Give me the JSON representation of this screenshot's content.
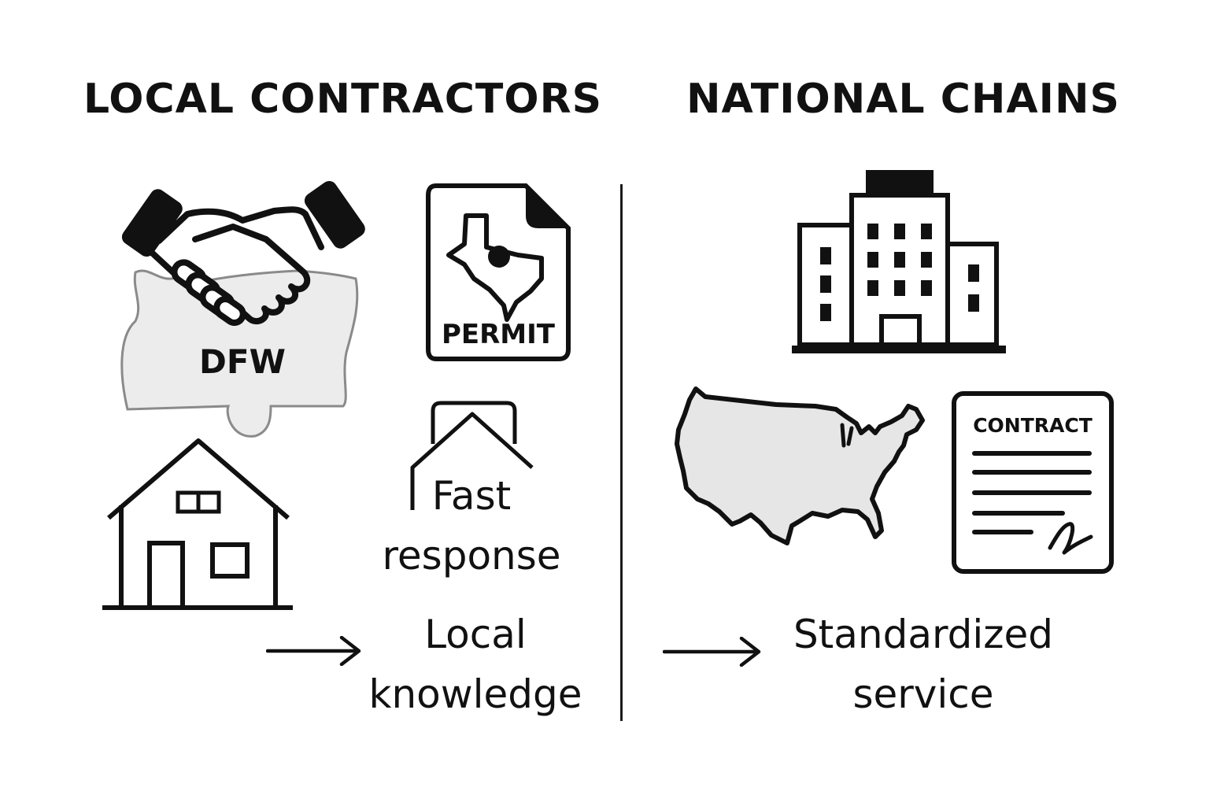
{
  "left_column": {
    "title": "LOCAL CONTRACTORS",
    "region_label": "DFW",
    "permit_label": "PERMIT",
    "fast_response": {
      "line1": "Fast",
      "line2": "response"
    },
    "local_knowledge": {
      "line1": "Local",
      "line2": "knowledge"
    }
  },
  "right_column": {
    "title": "NATIONAL CHAINS",
    "contract_label": "CONTRACT",
    "standardized_service": {
      "line1": "Standardized",
      "line2": "service"
    }
  },
  "icons": [
    "handshake-icon",
    "dfw-map-icon",
    "permit-document-icon",
    "texas-icon",
    "house-icon",
    "home-outline-icon",
    "office-building-icon",
    "usa-map-icon",
    "contract-document-icon",
    "signature-icon",
    "arrow-right-icon"
  ],
  "colors": {
    "ink": "#111111",
    "map_fill": "#e6e6e6",
    "dfw_fill": "#ececec",
    "dfw_border": "#8a8a8a",
    "background": "#ffffff"
  }
}
